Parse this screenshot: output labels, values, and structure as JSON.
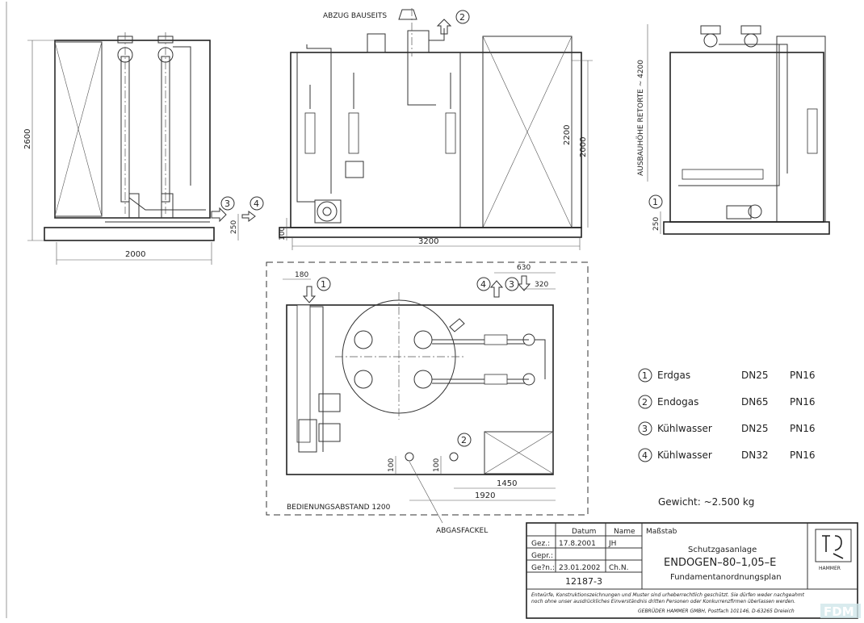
{
  "annotations": {
    "abzug": "ABZUG BAUSEITS",
    "ausbauhoehe": "AUSBAUHÖHE RETORTE ~ 4200",
    "bedienungsabstand": "BEDIENUNGSABSTAND 1200",
    "abgasfackel": "ABGASFACKEL"
  },
  "dimensions": {
    "left_height": "2600",
    "left_width": "2000",
    "left_250": "250",
    "mid_width": "3200",
    "mid_100": "100",
    "mid_2200": "2200",
    "mid_2000": "2000",
    "right_250": "250",
    "plan_180": "180",
    "plan_630": "630",
    "plan_320": "320",
    "plan_100a": "100",
    "plan_100b": "100",
    "plan_1450": "1450",
    "plan_1920": "1920"
  },
  "callouts": {
    "c1": "1",
    "c2": "2",
    "c3": "3",
    "c4": "4"
  },
  "legend": {
    "items": [
      {
        "num": "1",
        "name": "Erdgas",
        "dn": "DN25",
        "pn": "PN16"
      },
      {
        "num": "2",
        "name": "Endogas",
        "dn": "DN65",
        "pn": "PN16"
      },
      {
        "num": "3",
        "name": "Kühlwasser",
        "dn": "DN25",
        "pn": "PN16"
      },
      {
        "num": "4",
        "name": "Kühlwasser",
        "dn": "DN32",
        "pn": "PN16"
      }
    ],
    "weight": "Gewicht: ~2.500 kg"
  },
  "title_block": {
    "h_datum": "Datum",
    "h_name": "Name",
    "h_massstab": "Maßstab",
    "gez_label": "Gez.:",
    "gez_date": "17.8.2001",
    "gez_name": "JH",
    "gepr_label": "Gepr.:",
    "gen_label": "Ge?n.:",
    "gen_date": "23.01.2002",
    "gen_name": "Ch.N.",
    "number": "12187-3",
    "line1": "Schutzgasanlage",
    "line2": "ENDOGEN–80–1,05–E",
    "line3": "Fundamentanordnungsplan",
    "logo_text": "HAMMER",
    "notice1": "Entwürfe, Konstruktionszeichnungen und Muster sind urheberrechtlich geschützt. Sie dürfen weder nachgeahmt",
    "notice2": "noch ohne unser ausdrückliches Einverständnis dritten Personen oder Konkurrenzfirmen überlassen werden.",
    "notice3": "GEBRÜDER HAMMER GMBH, Postfach 101146, D-63265 Dreieich",
    "watermark": "FDM"
  }
}
